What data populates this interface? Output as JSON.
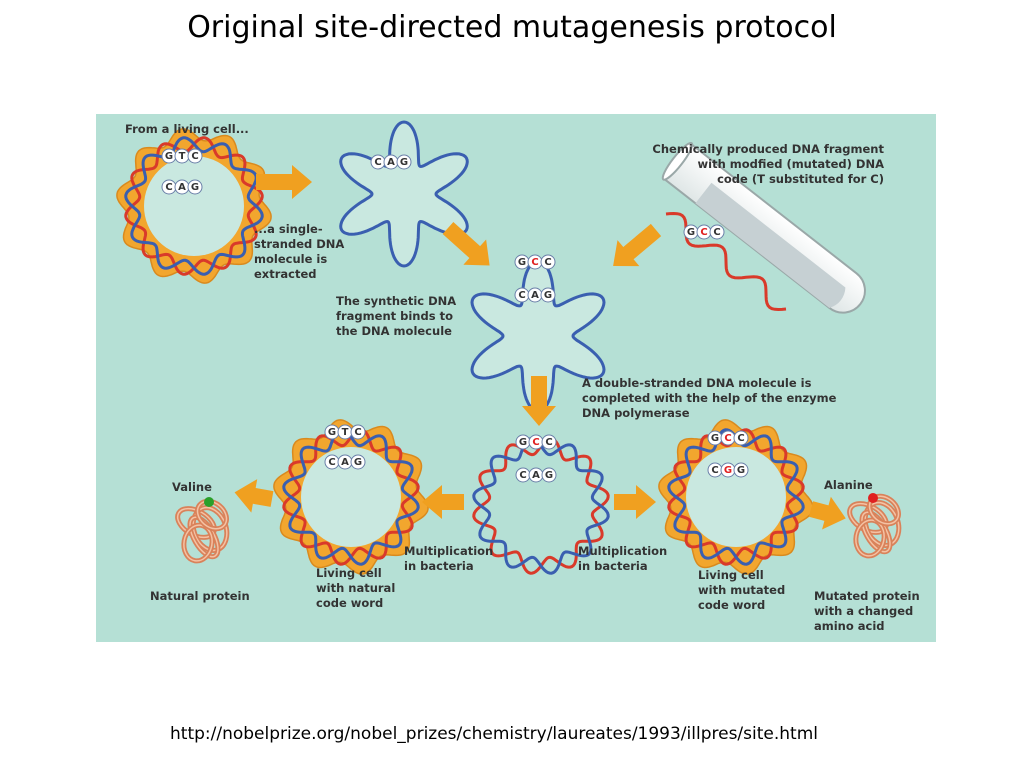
{
  "slide": {
    "title": "Original site-directed mutagenesis protocol",
    "source_url": "http://nobelprize.org/nobel_prizes/chemistry/laureates/1993/illpres/site.html"
  },
  "colors": {
    "panel_background": "#b5e0d5",
    "cell_orange": "#f2a62e",
    "cell_inner": "#c9e8e0",
    "arrow_orange": "#f0a020",
    "dna_blue": "#3a5fb0",
    "dna_red": "#d93a2a",
    "mutated_base": "#e02020",
    "protein": "#d9825a"
  },
  "figure": {
    "captions": {
      "from_cell": "From a living cell...",
      "single_strand": "...a single-\nstranded DNA\nmolecule is\nextracted",
      "chemical_fragment": "Chemically produced DNA fragment\nwith modfied (mutated) DNA\ncode (T substituted for C)",
      "synthetic_binds": "The synthetic DNA\nfragment binds to\nthe DNA molecule",
      "double_strand": "A double-stranded DNA molecule is\ncompleted with the help of the enzyme\nDNA polymerase",
      "multiplication_left": "Multiplication\nin bacteria",
      "multiplication_right": "Multiplication\nin bacteria",
      "valine": "Valine",
      "natural_protein": "Natural protein",
      "living_natural": "Living cell\nwith natural\ncode word",
      "living_mutated": "Living cell\nwith mutated\ncode word",
      "alanine": "Alanine",
      "mutated_protein": "Mutated protein\nwith a changed\namino acid"
    },
    "codons": {
      "original_top": [
        "G",
        "T",
        "C"
      ],
      "original_bottom": [
        "C",
        "A",
        "G"
      ],
      "single_strand": [
        "C",
        "A",
        "G"
      ],
      "synthetic": [
        "G",
        "C",
        "C"
      ],
      "bound_top": [
        "G",
        "C",
        "C"
      ],
      "bound_bottom": [
        "C",
        "A",
        "G"
      ],
      "hetero_top": [
        "G",
        "C",
        "C"
      ],
      "hetero_bottom": [
        "C",
        "A",
        "G"
      ],
      "natural_top": [
        "G",
        "T",
        "C"
      ],
      "natural_bottom": [
        "C",
        "A",
        "G"
      ],
      "mutated_top": [
        "G",
        "C",
        "C"
      ],
      "mutated_bottom": [
        "C",
        "G",
        "G"
      ]
    }
  }
}
